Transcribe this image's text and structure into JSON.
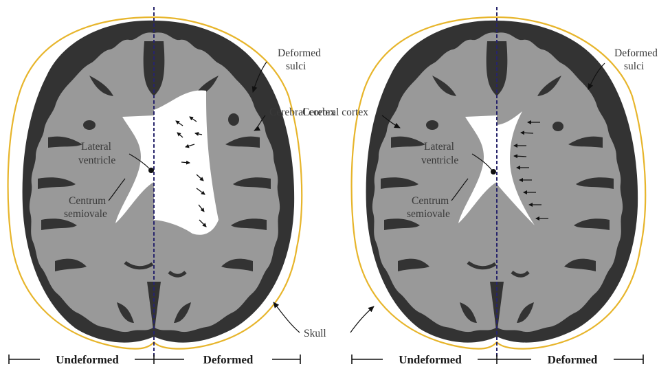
{
  "colors": {
    "skull": "#e7b52b",
    "cortex": "#333333",
    "white_matter": "#999999",
    "ventricle": "#ffffff",
    "midline": "#27246b",
    "arrow": "#111111"
  },
  "panels": [
    {
      "id": "left",
      "ventricle_state": "enlarged",
      "labels": {
        "deformed_sulci_line1": "Deformed",
        "deformed_sulci_line2": "sulci",
        "cerebral_cortex": "Cerebral cortex",
        "lateral_ventricle_line1": "Lateral",
        "lateral_ventricle_line2": "ventricle",
        "centrum_semiovale_line1": "Centrum",
        "centrum_semiovale_line2": "semiovale",
        "skull": "Skull"
      },
      "bottom": {
        "undeformed": "Undeformed",
        "deformed": "Deformed"
      }
    },
    {
      "id": "right",
      "ventricle_state": "compressed",
      "labels": {
        "deformed_sulci_line1": "Deformed",
        "deformed_sulci_line2": "sulci",
        "cerebral_cortex": "Cerebral cortex",
        "lateral_ventricle_line1": "Lateral",
        "lateral_ventricle_line2": "ventricle",
        "centrum_semiovale_line1": "Centrum",
        "centrum_semiovale_line2": "semiovale"
      },
      "bottom": {
        "undeformed": "Undeformed",
        "deformed": "Deformed"
      }
    }
  ]
}
